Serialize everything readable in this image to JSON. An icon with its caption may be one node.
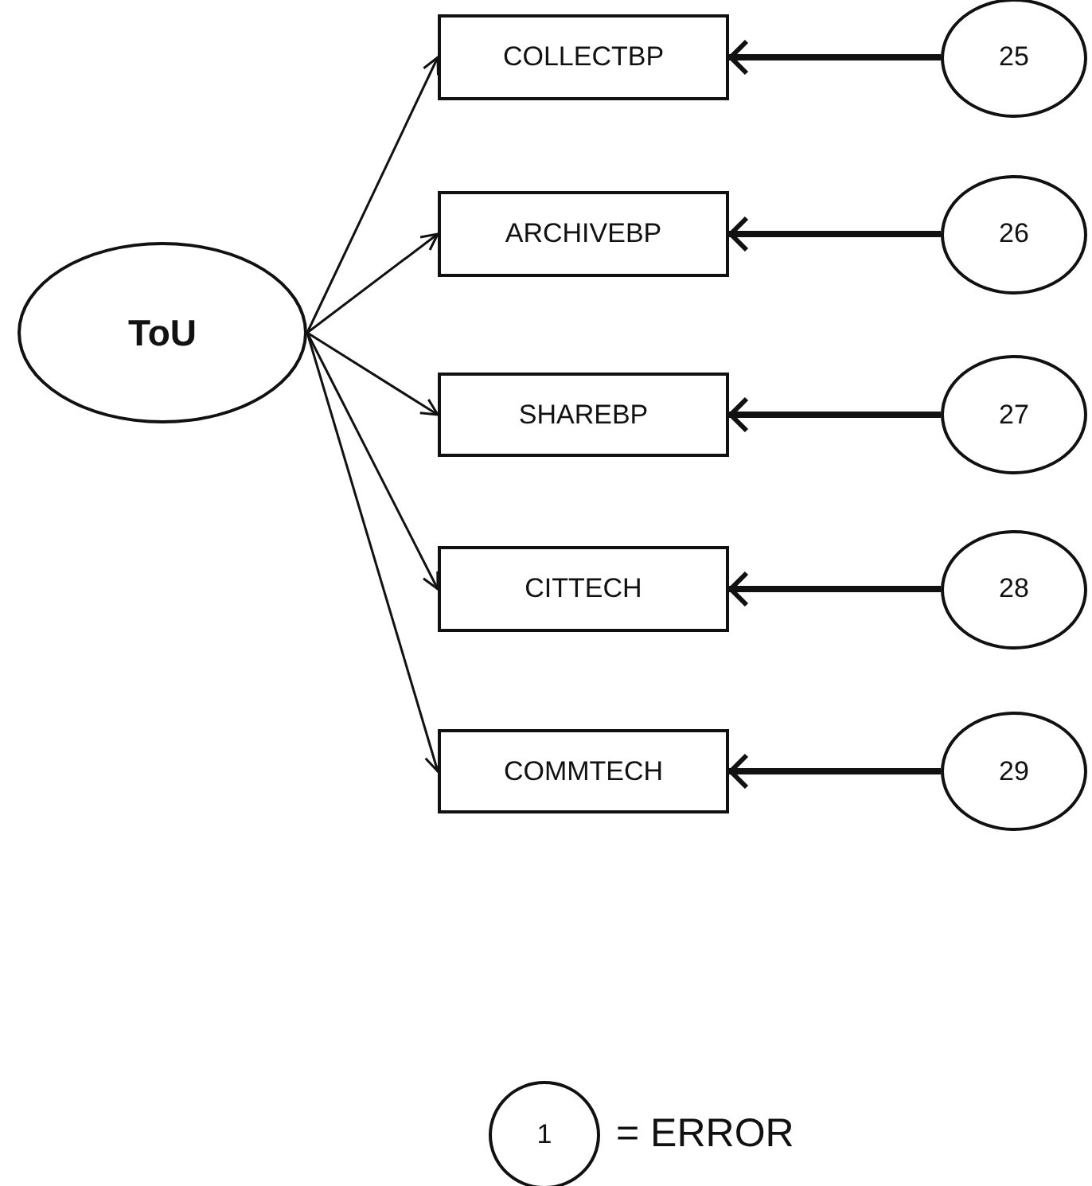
{
  "diagram": {
    "nodes": [
      {
        "text": [
          "ToU"
        ]
      },
      {
        "text": [
          "COLLECTBP"
        ]
      },
      {
        "text": [
          "ARCHIVEBP"
        ]
      },
      {
        "text": [
          "SHAREBP"
        ]
      },
      {
        "text": [
          "CITTECH"
        ]
      },
      {
        "text": [
          "COMMTECH"
        ]
      },
      {
        "text": [
          "25"
        ]
      },
      {
        "text": [
          "26"
        ]
      },
      {
        "text": [
          "27"
        ]
      },
      {
        "text": [
          "28"
        ]
      },
      {
        "text": [
          "29"
        ]
      },
      {
        "text": [
          "1"
        ],
        "beside": [
          "= ERROR"
        ]
      }
    ],
    "edges": [
      {
        "from": 0,
        "to": 1,
        "arrow": "to"
      },
      {
        "from": 0,
        "to": 2,
        "arrow": "to"
      },
      {
        "from": 0,
        "to": 3,
        "arrow": "to"
      },
      {
        "from": 0,
        "to": 4,
        "arrow": "to"
      },
      {
        "from": 0,
        "to": 5,
        "arrow": "to"
      },
      {
        "from": 6,
        "to": 1,
        "arrow": "to",
        "style": "thick"
      },
      {
        "from": 7,
        "to": 2,
        "arrow": "to",
        "style": "thick"
      },
      {
        "from": 8,
        "to": 3,
        "arrow": "to",
        "style": "thick"
      },
      {
        "from": 9,
        "to": 4,
        "arrow": "to",
        "style": "thick"
      },
      {
        "from": 10,
        "to": 5,
        "arrow": "to",
        "style": "thick"
      }
    ]
  }
}
